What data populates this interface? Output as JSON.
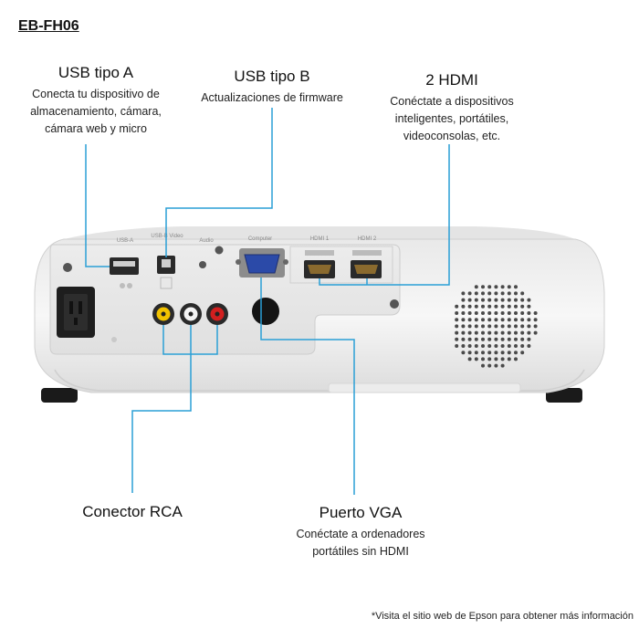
{
  "model": "EB-FH06",
  "callouts": {
    "usb_a": {
      "title": "USB tipo A",
      "lines": [
        "Conecta tu dispositivo de",
        "almacenamiento, cámara,",
        "cámara web y micro"
      ]
    },
    "usb_b": {
      "title": "USB tipo B",
      "lines": [
        "Actualizaciones de firmware"
      ]
    },
    "hdmi": {
      "title": "2 HDMI",
      "lines": [
        "Conéctate a dispositivos",
        "inteligentes, portátiles,",
        "videoconsolas, etc."
      ]
    },
    "rca": {
      "title": "Conector RCA",
      "lines": []
    },
    "vga": {
      "title": "Puerto VGA",
      "lines": [
        "Conéctate a ordenadores",
        "portátiles sin HDMI"
      ]
    }
  },
  "panel_labels": {
    "usb_a": "USB-A",
    "usb_b_video": "USB-B Video",
    "audio": "Audio",
    "computer": "Computer",
    "hdmi1": "HDMI 1",
    "hdmi2": "HDMI 2"
  },
  "footnote": "*Visita el sitio web de Epson para obtener más información",
  "colors": {
    "leader_line": "#2a9fd6",
    "projector_body": "#f2f2f2",
    "panel": "#e8e8e8",
    "rca_yellow": "#f2c200",
    "rca_white": "#f4f4f4",
    "rca_red": "#d21f1f"
  }
}
